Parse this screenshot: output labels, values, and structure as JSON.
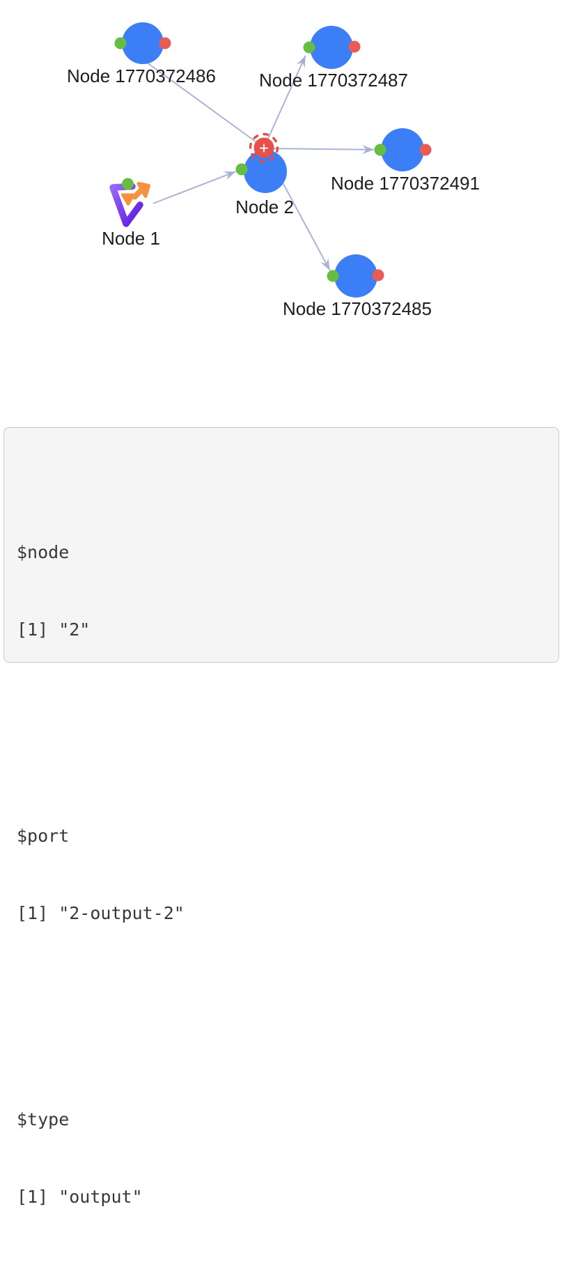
{
  "graph": {
    "badge": {
      "symbol": "+",
      "color": "#e85149"
    },
    "colors": {
      "node_fill": "#3b7ef6",
      "input_port": "#66bd3f",
      "output_port": "#e95c55",
      "edge": "#a9b5d6",
      "label_text": "#1d1d20",
      "icon_purple": "#6b2fe8",
      "icon_orange": "#f6913e"
    },
    "nodes": [
      {
        "id": "1770372486",
        "label": "Node 1770372486"
      },
      {
        "id": "1770372487",
        "label": "Node 1770372487"
      },
      {
        "id": "1770372491",
        "label": "Node 1770372491"
      },
      {
        "id": "1770372485",
        "label": "Node 1770372485"
      },
      {
        "id": "2",
        "label": "Node 2"
      },
      {
        "id": "1",
        "label": "Node 1"
      }
    ],
    "edges": [
      {
        "from": "2",
        "to": "1770372486",
        "arrow_visible": false
      },
      {
        "from": "2",
        "to": "1770372487",
        "arrow_visible": true
      },
      {
        "from": "2",
        "to": "1770372491",
        "arrow_visible": true
      },
      {
        "from": "2",
        "to": "1770372485",
        "arrow_visible": true
      },
      {
        "from": "1",
        "to": "2",
        "arrow_visible": true
      }
    ]
  },
  "console": {
    "entries": [
      {
        "key": "$node",
        "value": "[1] \"2\""
      },
      {
        "key": "$port",
        "value": "[1] \"2-output-2\""
      },
      {
        "key": "$type",
        "value": "[1] \"output\""
      }
    ]
  }
}
